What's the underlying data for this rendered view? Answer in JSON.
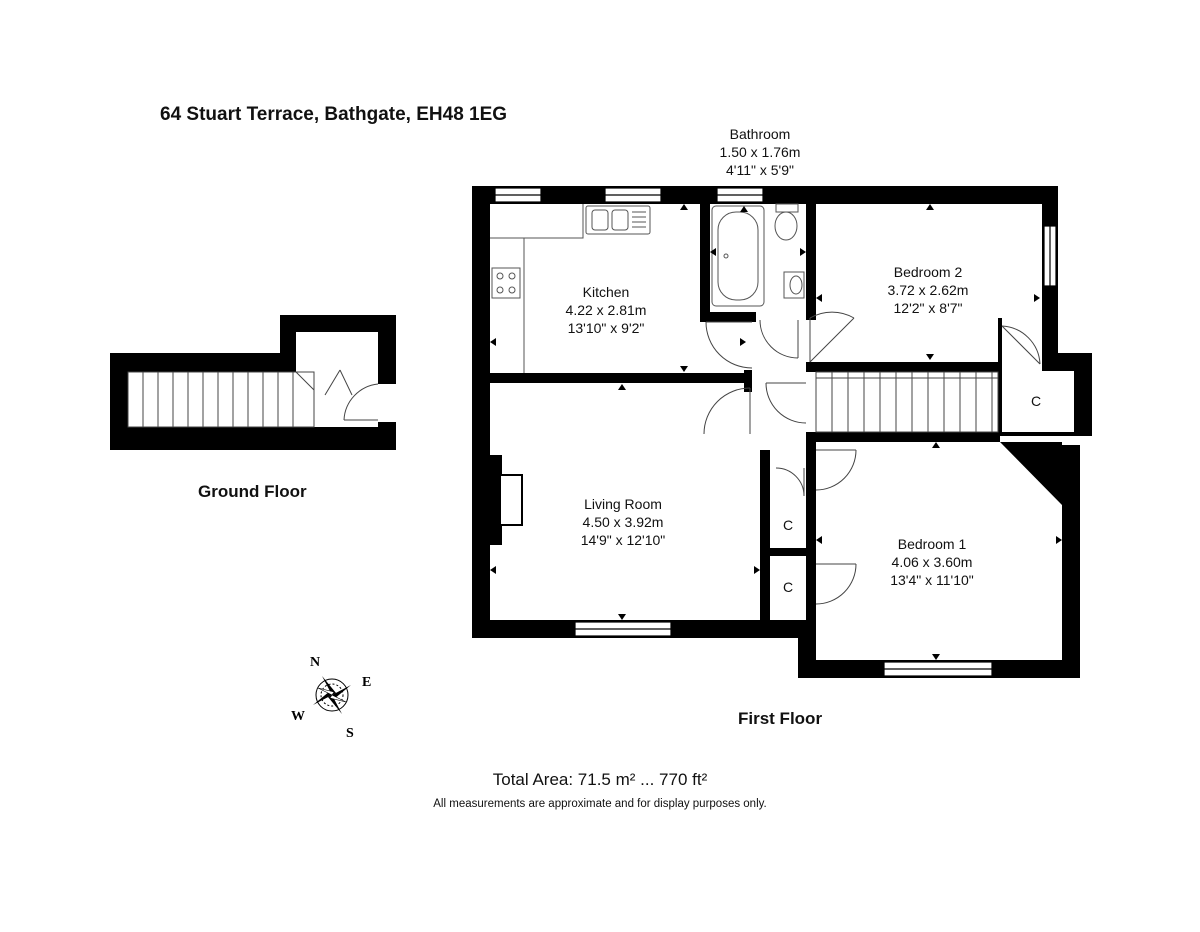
{
  "title": "64 Stuart Terrace, Bathgate, EH48 1EG",
  "floors": {
    "ground": "Ground Floor",
    "first": "First Floor"
  },
  "rooms": {
    "bathroom": {
      "name": "Bathroom",
      "metric": "1.50 x 1.76m",
      "imperial": "4'11\" x 5'9\""
    },
    "kitchen": {
      "name": "Kitchen",
      "metric": "4.22 x 2.81m",
      "imperial": "13'10\" x 9'2\""
    },
    "bedroom2": {
      "name": "Bedroom 2",
      "metric": "3.72 x 2.62m",
      "imperial": "12'2\" x 8'7\""
    },
    "living": {
      "name": "Living Room",
      "metric": "4.50 x 3.92m",
      "imperial": "14'9\" x 12'10\""
    },
    "bedroom1": {
      "name": "Bedroom 1",
      "metric": "4.06 x 3.60m",
      "imperial": "13'4\" x 11'10\""
    }
  },
  "cupboard_label": "C",
  "compass": {
    "n": "N",
    "e": "E",
    "s": "S",
    "w": "W"
  },
  "total_area": "Total Area: 71.5 m² ... 770 ft²",
  "disclaimer": "All measurements are approximate and for display purposes only.",
  "colors": {
    "wall": "#000000",
    "background": "#ffffff"
  }
}
